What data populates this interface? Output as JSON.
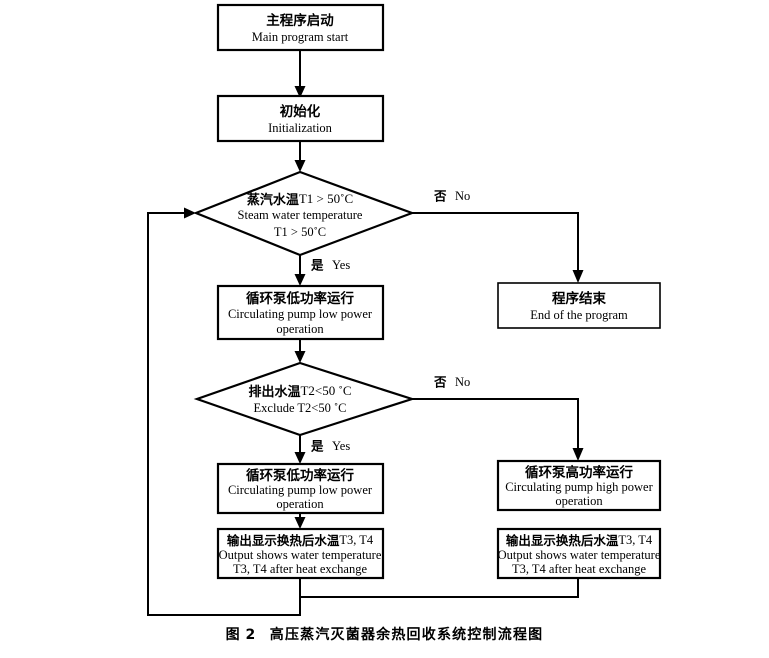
{
  "figure": {
    "caption_number": "图 2",
    "caption_title": "高压蒸汽灭菌器余热回收系统控制流程图"
  },
  "nodes": {
    "start": {
      "type": "process",
      "cn": "主程序启动",
      "en": "Main program start"
    },
    "init": {
      "type": "process",
      "cn": "初始化",
      "en": "Initialization"
    },
    "decision_t1": {
      "type": "decision",
      "line1_cn": "蒸汽水温",
      "line1_en": "T1 > 50˚C",
      "line2_en": "Steam water temperature",
      "line3_en": "T1 > 50˚C"
    },
    "pump_low_1": {
      "type": "process",
      "cn": "循环泵低功率运行",
      "en1": "Circulating pump low power",
      "en2": "operation"
    },
    "end_program": {
      "type": "process",
      "cn": "程序结束",
      "en": "End of the program"
    },
    "decision_t2": {
      "type": "decision",
      "line1_cn": "排出水温",
      "line1_en": "T2<50 ˚C",
      "line2_en": "Exclude T2<50 ˚C"
    },
    "pump_low_2": {
      "type": "process",
      "cn": "循环泵低功率运行",
      "en1": "Circulating pump low power",
      "en2": "operation"
    },
    "pump_high": {
      "type": "process",
      "cn": "循环泵高功率运行",
      "en1": "Circulating pump high power",
      "en2": "operation"
    },
    "output_left": {
      "type": "process",
      "cn": "输出显示换热后水温",
      "cn_tail": "T3, T4",
      "en1": "Output shows water temperature",
      "en2": "T3, T4 after heat exchange"
    },
    "output_right": {
      "type": "process",
      "cn": "输出显示换热后水温",
      "cn_tail": "T3, T4",
      "en1": "Output shows water temperature",
      "en2": "T3, T4 after heat exchange"
    }
  },
  "edge_labels": {
    "no_1_cn": "否",
    "no_1_en": "No",
    "yes_1_cn": "是",
    "yes_1_en": "Yes",
    "no_2_cn": "否",
    "no_2_en": "No",
    "yes_2_cn": "是",
    "yes_2_en": "Yes"
  },
  "colors": {
    "stroke": "#000000",
    "fill": "#ffffff",
    "background": "#ffffff"
  }
}
